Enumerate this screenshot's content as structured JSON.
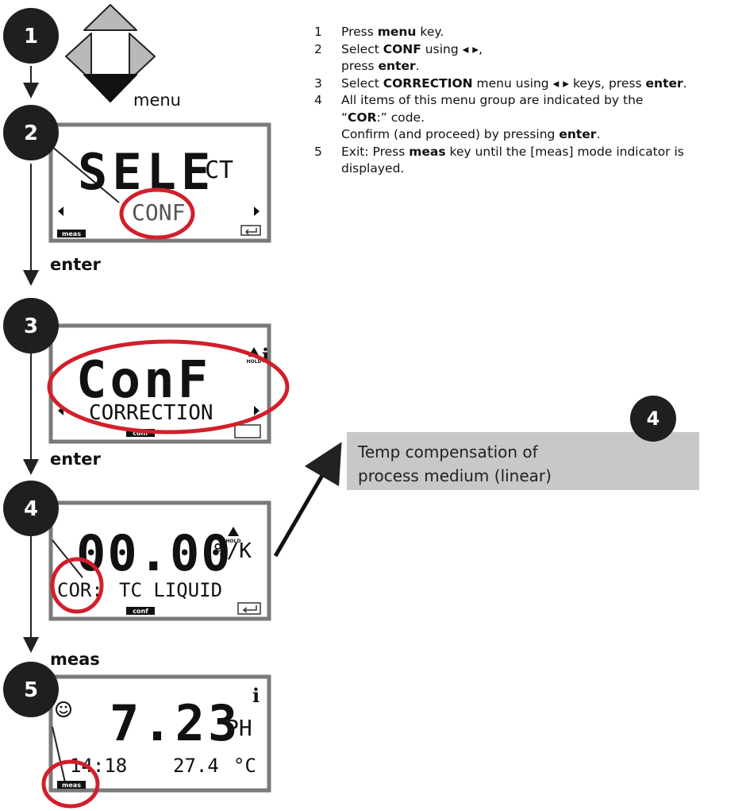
{
  "steps": [
    {
      "num": "1",
      "parts": [
        "Press ",
        "menu",
        " key."
      ]
    },
    {
      "num": "2",
      "parts": [
        "Select ",
        "CONF",
        " using ◂ ▸,"
      ],
      "line2": [
        "press ",
        "enter",
        "."
      ]
    },
    {
      "num": "3",
      "parts": [
        "Select ",
        "CORRECTION",
        " menu using ◂ ▸ keys, press ",
        "enter",
        "."
      ]
    },
    {
      "num": "4",
      "parts": [
        "All items of this menu group are indicated by the"
      ],
      "line2": [
        "“",
        "COR",
        ":” code."
      ],
      "line3": [
        "Confirm (and proceed) by pressing ",
        "enter",
        "."
      ]
    },
    {
      "num": "5",
      "parts": [
        "Exit: Press ",
        "meas",
        " key until the [meas] mode indicator is"
      ],
      "line2": [
        "displayed."
      ]
    }
  ],
  "badges": {
    "b1": "1",
    "b2": "2",
    "b3": "3",
    "b4": "4",
    "b5": "5",
    "callout": "4"
  },
  "labels": {
    "menu": "menu",
    "enter1": "enter",
    "enter2": "enter",
    "meas": "meas"
  },
  "displays": {
    "d2": {
      "main": "SELE",
      "suffix": "CT",
      "sub": "CONF",
      "tag": "meas"
    },
    "d3": {
      "main": "ConF",
      "sub": "CORRECTION",
      "tag": "conf",
      "hold": "HOLD",
      "info": "i"
    },
    "d4": {
      "main": "00.00",
      "unit": "%/K",
      "prefix": "COR:",
      "sub": "TC LIQUID",
      "tag": "conf",
      "hold": "HOLD"
    },
    "d5": {
      "main": "7.23",
      "unit": "PH",
      "time": "14:18",
      "temp": "27.4",
      "tempunit": "°C",
      "tag": "meas",
      "info": "i"
    }
  },
  "callout": {
    "line1": "Temp compensation of",
    "line2": "process medium (linear)"
  },
  "colors": {
    "accent_red": "#d21f2b",
    "badge": "#1f1f1f",
    "lcd_border": "#7a7a7a",
    "arrow_key": "#b9b9b9",
    "callout_bg": "#c8c8c8"
  }
}
